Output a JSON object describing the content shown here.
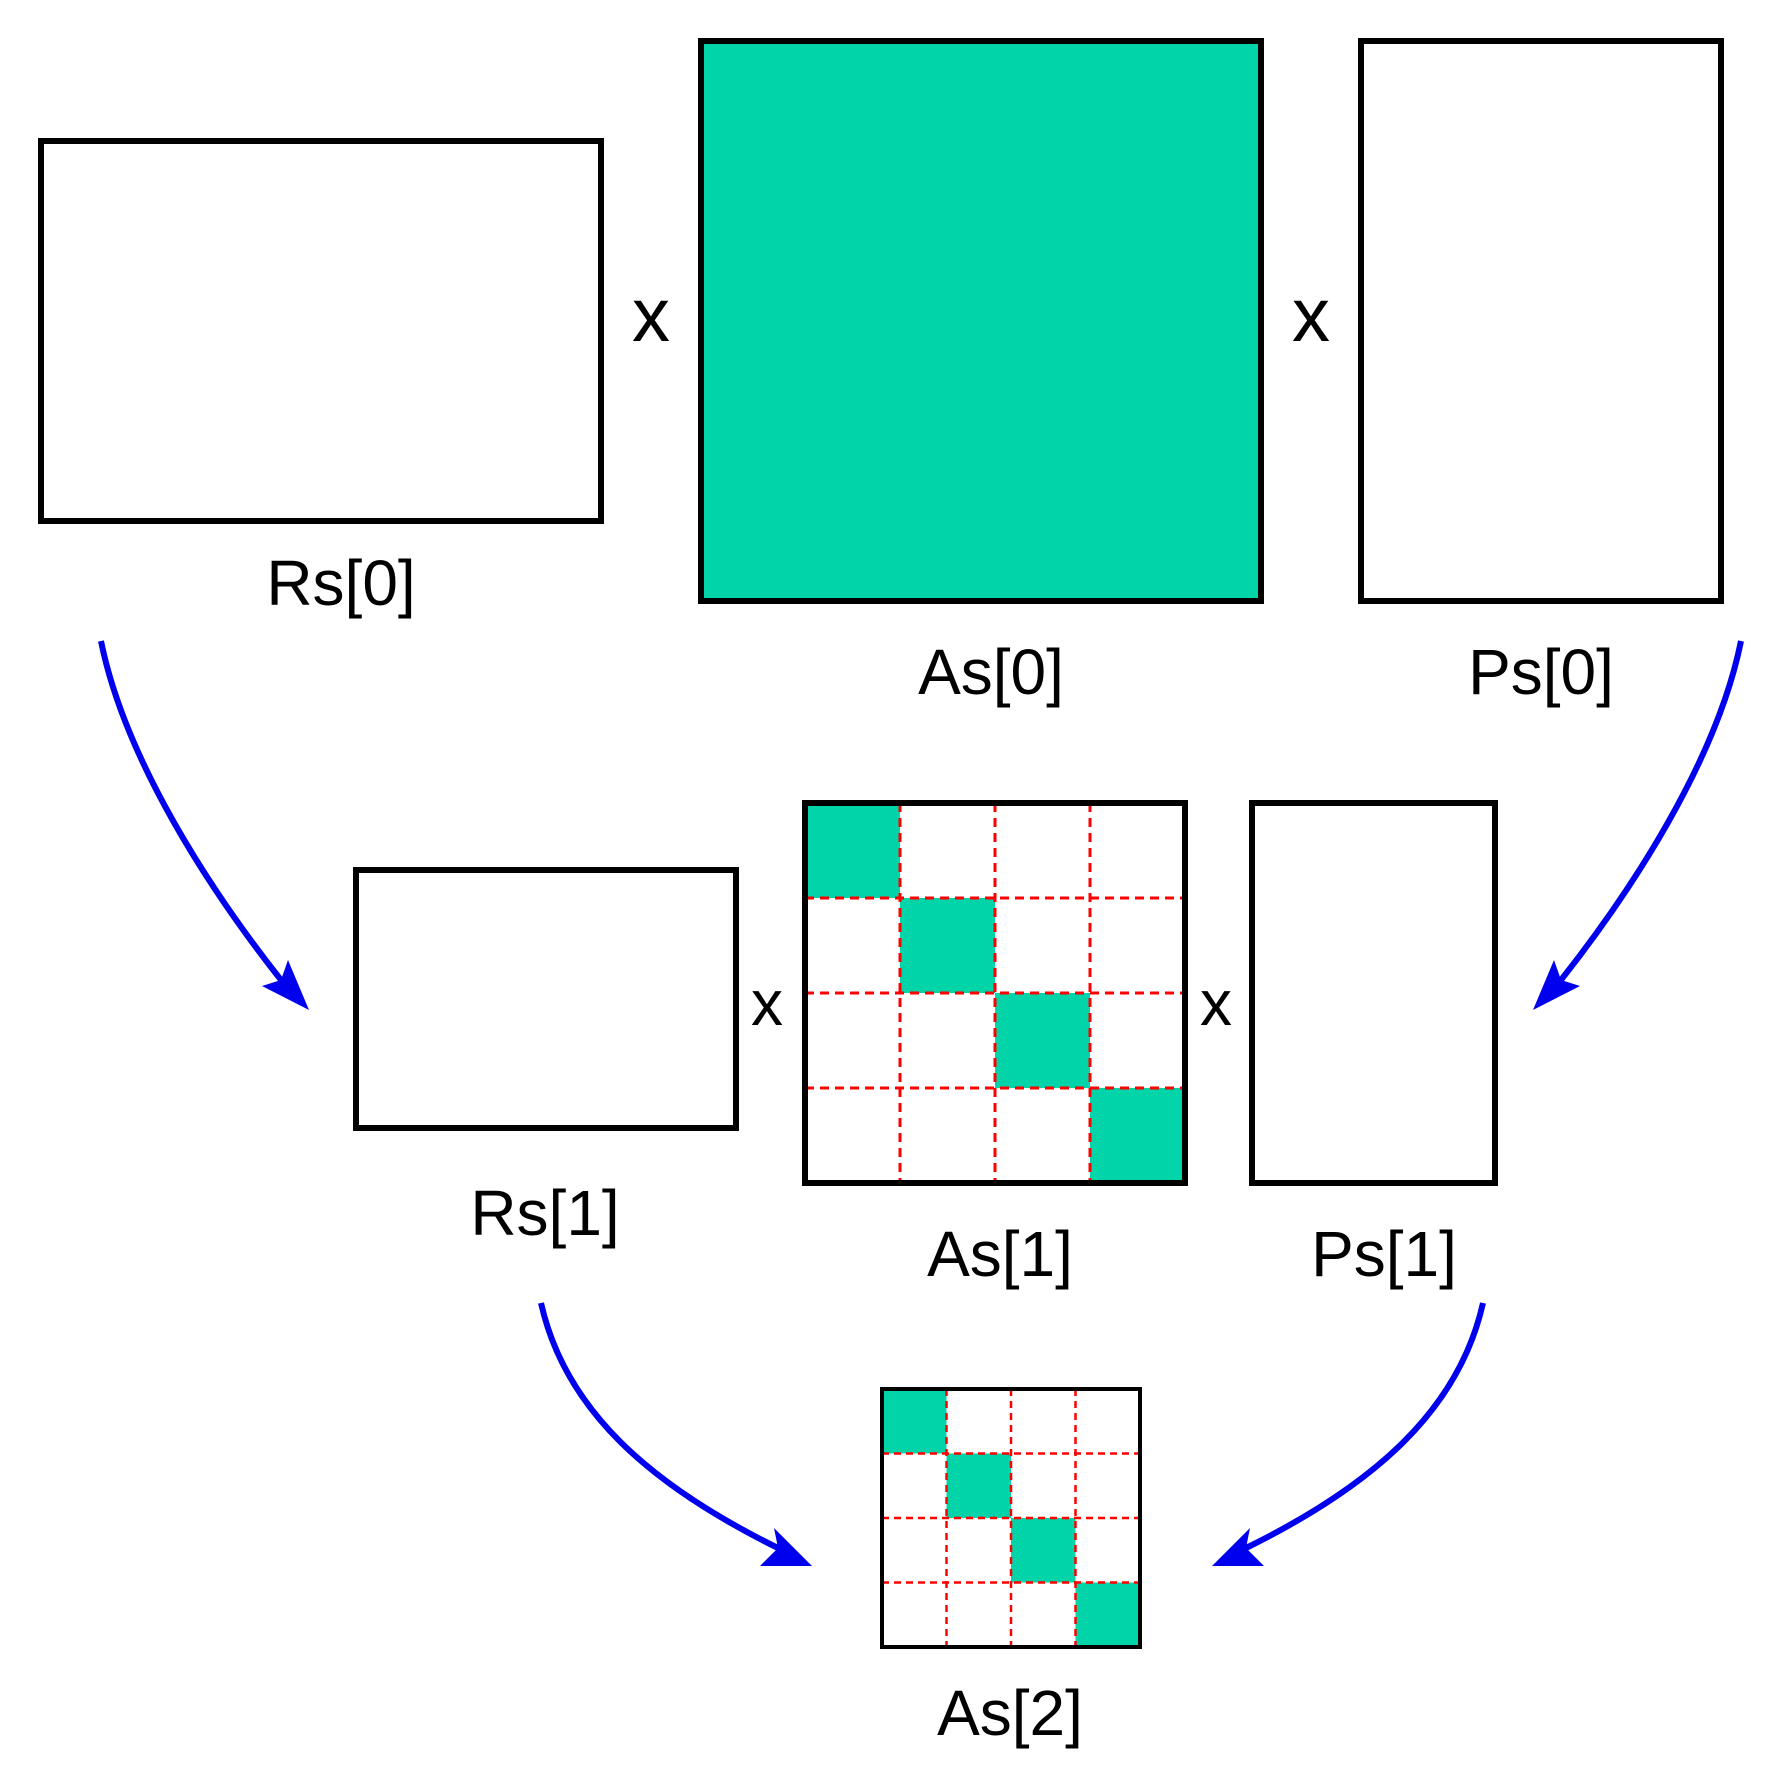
{
  "colors": {
    "fill_accent": "#00d4a8",
    "outline": "#000000",
    "grid_lines": "#ff0000",
    "arrows": "#0000ee",
    "background": "#ffffff"
  },
  "operators": {
    "row0_left": "x",
    "row0_right": "x",
    "row1_left": "x",
    "row1_right": "x"
  },
  "labels": {
    "rs0": "Rs[0]",
    "as0": "As[0]",
    "ps0": "Ps[0]",
    "rs1": "Rs[1]",
    "as1": "As[1]",
    "ps1": "Ps[1]",
    "as2": "As[2]"
  },
  "matrices": {
    "as0": {
      "style": "filled"
    },
    "as1": {
      "style": "block-diagonal",
      "grid": 4,
      "filled_blocks": [
        [
          0,
          0
        ],
        [
          1,
          1
        ],
        [
          2,
          2
        ],
        [
          3,
          3
        ]
      ]
    },
    "as2": {
      "style": "block-diagonal",
      "grid": 4,
      "filled_blocks": [
        [
          0,
          0
        ],
        [
          1,
          1
        ],
        [
          2,
          2
        ],
        [
          3,
          3
        ]
      ]
    }
  }
}
